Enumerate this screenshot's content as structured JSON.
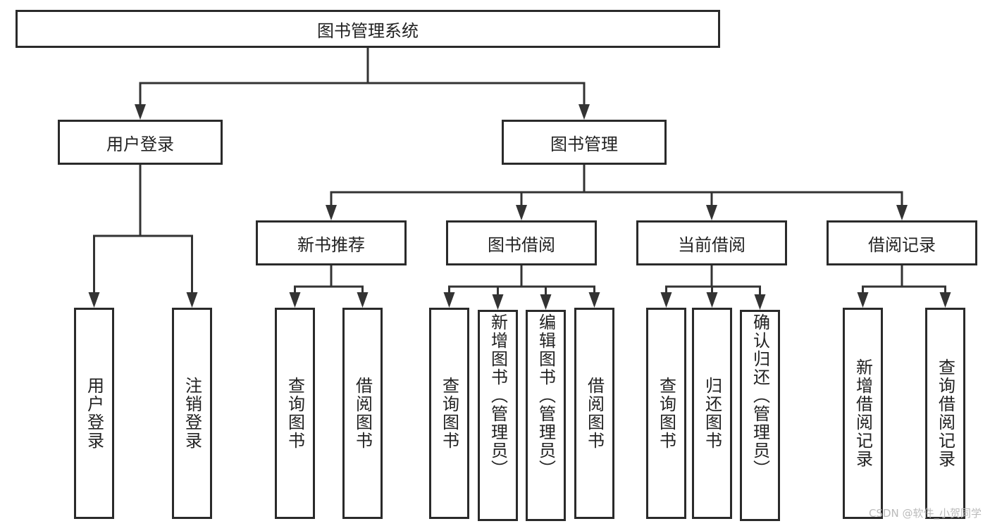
{
  "root": {
    "id": "root",
    "label": "图书管理系统",
    "children": [
      {
        "id": "login",
        "label": "用户登录",
        "children": [
          {
            "id": "l1",
            "label": "用户登录"
          },
          {
            "id": "l2",
            "label": "注销登录"
          }
        ]
      },
      {
        "id": "mgmt",
        "label": "图书管理",
        "children": [
          {
            "id": "rec",
            "label": "新书推荐",
            "children": [
              {
                "id": "r1",
                "label": "查询图书"
              },
              {
                "id": "r2",
                "label": "借阅图书"
              }
            ]
          },
          {
            "id": "borrow",
            "label": "图书借阅",
            "children": [
              {
                "id": "b1",
                "label": "查询图书"
              },
              {
                "id": "b2",
                "label": "新增图书（管理员）"
              },
              {
                "id": "b3",
                "label": "编辑图书（管理员）"
              },
              {
                "id": "b4",
                "label": "借阅图书"
              }
            ]
          },
          {
            "id": "cur",
            "label": "当前借阅",
            "children": [
              {
                "id": "c1",
                "label": "查询图书"
              },
              {
                "id": "c2",
                "label": "归还图书"
              },
              {
                "id": "c3",
                "label": "确认归还（管理员）"
              }
            ]
          },
          {
            "id": "hist",
            "label": "借阅记录",
            "children": [
              {
                "id": "h1",
                "label": "新增借阅记录"
              },
              {
                "id": "h2",
                "label": "查询借阅记录"
              }
            ]
          }
        ]
      }
    ]
  },
  "watermark": "CSDN @软件_小贺同学",
  "colors": {
    "line": "#333333",
    "border": "#2a2a2a"
  }
}
